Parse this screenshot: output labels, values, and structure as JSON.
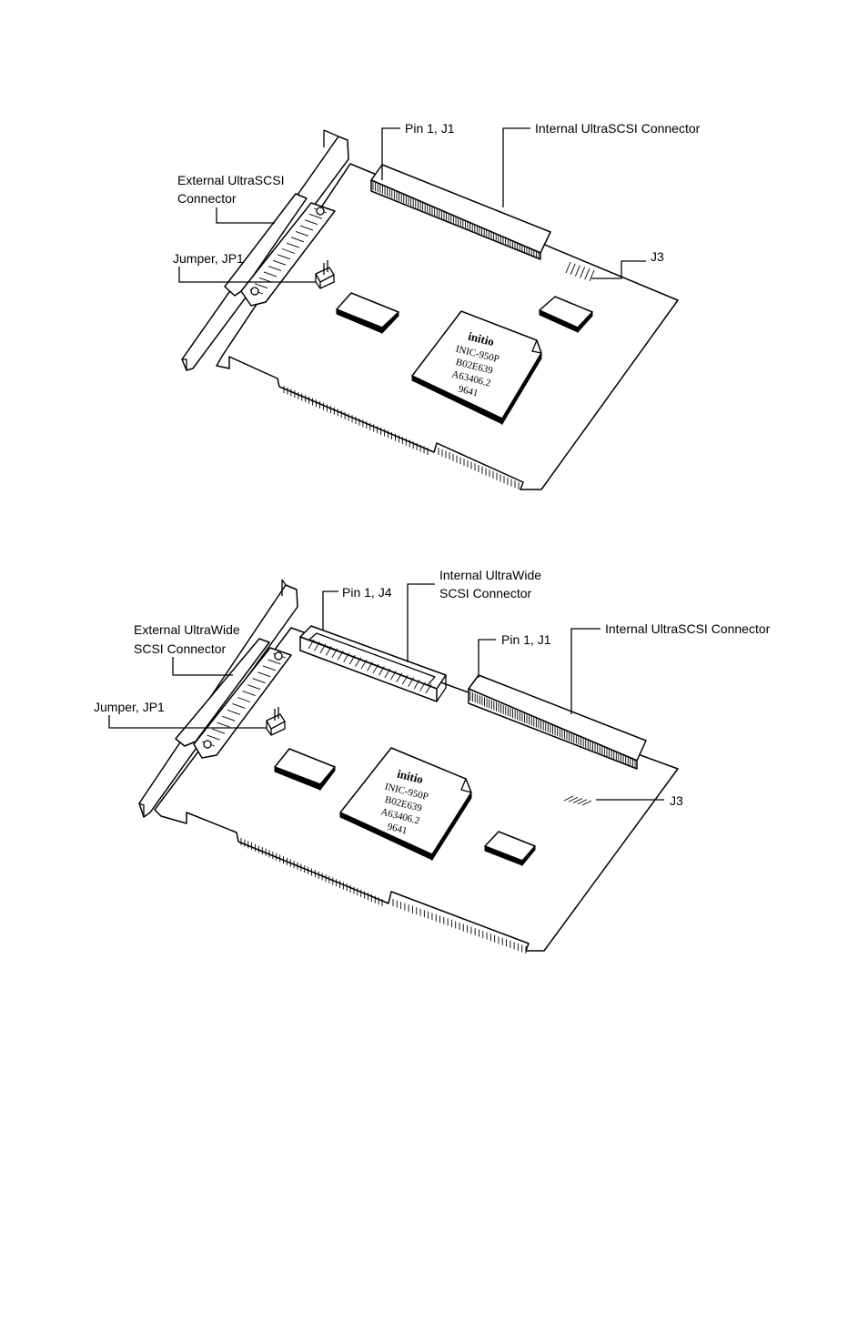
{
  "figure1": {
    "labels": {
      "pin1_j1": "Pin 1, J1",
      "internal_ultrascsi": "Internal UltraSCSI Connector",
      "external_line1": "External UltraSCSI",
      "external_line2": "Connector",
      "jumper": "Jumper, JP1",
      "j3": "J3"
    },
    "chip": {
      "brand": "initio",
      "line1": "INIC-950P",
      "line2": "B02E639",
      "line3": "A63406.2",
      "line4": "9641"
    }
  },
  "figure2": {
    "labels": {
      "pin1_j4": "Pin 1, J4",
      "internal_ultrawide_line1": "Internal UltraWide",
      "internal_ultrawide_line2": "SCSI Connector",
      "pin1_j1": "Pin 1, J1",
      "internal_ultrascsi": "Internal UltraSCSI Connector",
      "external_line1": "External UltraWide",
      "external_line2": "SCSI Connector",
      "jumper": "Jumper, JP1",
      "j3": "J3"
    },
    "chip": {
      "brand": "initio",
      "line1": "INIC-950P",
      "line2": "B02E639",
      "line3": "A63406.2",
      "line4": "9641"
    }
  }
}
